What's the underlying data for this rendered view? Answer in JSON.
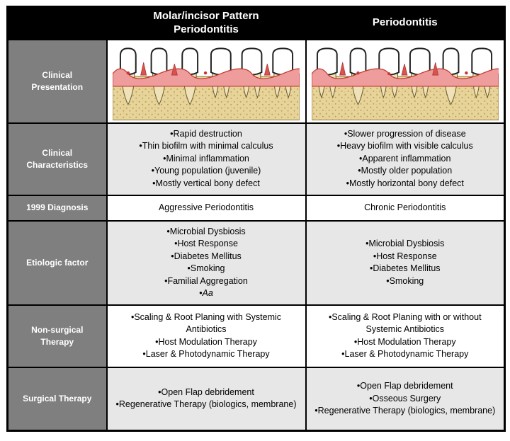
{
  "colors": {
    "header_bg": "#000000",
    "header_text": "#ffffff",
    "label_bg": "#7f7f7f",
    "label_text": "#ffffff",
    "row_shaded_bg": "#e7e7e7",
    "row_plain_bg": "#ffffff",
    "border": "#000000",
    "gum_pink": "#ee9c9c",
    "inflamed_red": "#cc3333",
    "bone_tan": "#e7d49b"
  },
  "chart_data": {
    "type": "table",
    "columns": [
      "",
      "Molar/incisor Pattern Periodontitis",
      "Periodontitis"
    ],
    "rows": [
      {
        "label": "Clinical Presentation",
        "left_illustration": "teeth-gum-bone-illustration-molar-incisor-pattern",
        "right_illustration": "teeth-gum-bone-illustration-periodontitis"
      },
      {
        "label": "Clinical Characteristics",
        "left": [
          "•Rapid destruction",
          "•Thin biofilm with minimal calculus",
          "•Minimal inflammation",
          "•Young population (juvenile)",
          "•Mostly vertical bony defect"
        ],
        "right": [
          "•Slower progression of disease",
          "•Heavy biofilm with visible calculus",
          "•Apparent inflammation",
          "•Mostly older population",
          "•Mostly horizontal bony defect"
        ]
      },
      {
        "label": "1999 Diagnosis",
        "left": [
          "Aggressive Periodontitis"
        ],
        "right": [
          "Chronic Periodontitis"
        ]
      },
      {
        "label": "Etiologic factor",
        "left": [
          "•Microbial Dysbiosis",
          "•Host Response",
          "•Diabetes Mellitus",
          "•Smoking",
          "•Familial Aggregation",
          "•Aa"
        ],
        "right": [
          "•Microbial Dysbiosis",
          "•Host Response",
          "•Diabetes Mellitus",
          "•Smoking"
        ]
      },
      {
        "label": "Non-surgical Therapy",
        "left": [
          "•Scaling & Root Planing with Systemic Antibiotics",
          "•Host Modulation Therapy",
          "•Laser & Photodynamic Therapy"
        ],
        "right": [
          "•Scaling & Root Planing with or without Systemic Antibiotics",
          "•Host Modulation Therapy",
          "•Laser & Photodynamic Therapy"
        ]
      },
      {
        "label": "Surgical Therapy",
        "left": [
          "•Open Flap debridement",
          "•Regenerative Therapy (biologics, membrane)"
        ],
        "right": [
          "•Open Flap debridement",
          "•Osseous Surgery",
          "•Regenerative Therapy (biologics, membrane)"
        ]
      }
    ]
  }
}
